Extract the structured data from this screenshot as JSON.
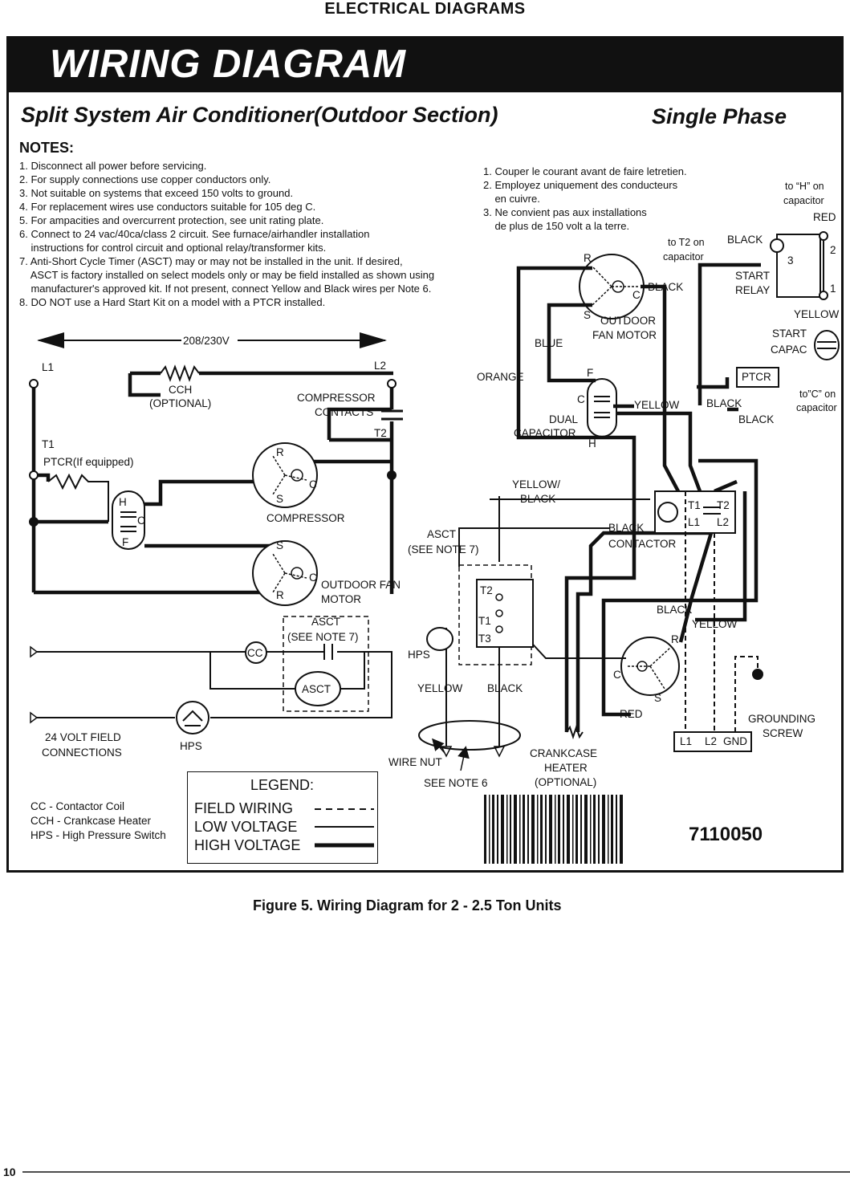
{
  "page": {
    "section_header": "ELECTRICAL DIAGRAMS",
    "page_number": "10"
  },
  "banner": {
    "title": "WIRING DIAGRAM"
  },
  "header": {
    "subtitle": "Split System Air Conditioner(Outdoor Section)",
    "phase": "Single Phase"
  },
  "notes": {
    "heading": "NOTES:",
    "english": [
      "1. Disconnect all power before servicing.",
      "2. For supply connections use copper conductors only.",
      "3. Not suitable on systems that exceed 150 volts to ground.",
      "4. For replacement wires use conductors suitable for 105 deg C.",
      "5. For ampacities and overcurrent protection, see unit rating plate.",
      "6. Connect to 24 vac/40ca/class 2 circuit. See furnace/airhandler installation",
      "    instructions for control circuit and optional relay/transformer kits.",
      "7. Anti-Short Cycle Timer (ASCT) may or may not be installed in the unit. If desired,",
      "    ASCT is factory installed on select models only or may be field installed as shown using",
      "    manufacturer's approved kit. If not present, connect Yellow and Black wires per Note 6.",
      "8. DO NOT use a Hard Start Kit on a model with a PTCR installed."
    ],
    "french": [
      "1. Couper le courant avant de faire letretien.",
      "2. Employez uniquement des conducteurs",
      "    en cuivre.",
      "3. Ne convient pas aux installations",
      "    de plus de 150 volt a la terre."
    ]
  },
  "left_circuit": {
    "voltage": "208/230V",
    "l1": "L1",
    "l2": "L2",
    "t1": "T1",
    "t2": "T2",
    "cch": "CCH",
    "cch_optional": "(OPTIONAL)",
    "compressor_contacts_1": "COMPRESSOR",
    "compressor_contacts_2": "CONTACTS",
    "ptcr": "PTCR(If equipped)",
    "cap_h": "H",
    "cap_c": "C",
    "cap_f": "F",
    "comp_r": "R",
    "comp_c": "C",
    "comp_s": "S",
    "compressor": "COMPRESSOR",
    "fan_s": "S",
    "fan_c": "C",
    "fan_r": "R",
    "fan_motor_1": "OUTDOOR FAN",
    "fan_motor_2": "MOTOR",
    "asct_1": "ASCT",
    "asct_2": "(SEE NOTE 7)",
    "cc": "CC",
    "asct": "ASCT",
    "hps": "HPS",
    "field_1": "24 VOLT FIELD",
    "field_2": "CONNECTIONS"
  },
  "right_circuit": {
    "fan_r": "R",
    "fan_c": "C",
    "fan_s": "S",
    "fan_black": "BLACK",
    "fan_motor_1": "OUTDOOR",
    "fan_motor_2": "FAN MOTOR",
    "blue": "BLUE",
    "orange": "ORANGE",
    "cap_f": "F",
    "cap_c": "C",
    "cap_h": "H",
    "dual_1": "DUAL",
    "dual_2": "CAPACITOR",
    "yellow_cap": "YELLOW",
    "black_ptcr": "BLACK",
    "black_2": "BLACK",
    "to_h_1": "to “H” on",
    "to_h_2": "capacitor",
    "red_relay": "RED",
    "to_t2_1": "to T2 on",
    "to_t2_2": "capacitor",
    "black_relay": "BLACK",
    "start_relay_1": "START",
    "start_relay_2": "RELAY",
    "relay_2": "2",
    "relay_3": "3",
    "relay_1": "1",
    "yellow_relay": "YELLOW",
    "start_capac_1": "START",
    "start_capac_2": "CAPAC",
    "ptcr": "PTCR",
    "to_c_1": "to”C” on",
    "to_c_2": "capacitor",
    "yellow_black_1": "YELLOW/",
    "yellow_black_2": "BLACK",
    "ct1": "T1",
    "ct2": "T2",
    "cl1": "L1",
    "cl2": "L2",
    "black_contactor": "BLACK",
    "contactor": "CONTACTOR",
    "asct_1": "ASCT",
    "asct_2": "(SEE NOTE 7)",
    "asct_t2": "T2",
    "asct_t1": "T1",
    "asct_t3": "T3",
    "hps": "HPS",
    "yellow_wire": "YELLOW",
    "black_wire": "BLACK",
    "black_comp": "BLACK",
    "yellow_comp": "YELLOW",
    "comp_r": "R",
    "comp_c": "C",
    "comp_s": "S",
    "red_comp": "RED",
    "term_l1": "L1",
    "term_l2": "L2",
    "term_gnd": "GND",
    "grounding_1": "GROUNDING",
    "grounding_2": "SCREW",
    "crankcase_1": "CRANKCASE",
    "crankcase_2": "HEATER",
    "crankcase_3": "(OPTIONAL)",
    "wire_nut": "WIRE NUT",
    "see_note6": "SEE NOTE 6"
  },
  "abbreviations": [
    "CC - Contactor Coil",
    "CCH - Crankcase Heater",
    "HPS - High Pressure Switch"
  ],
  "legend": {
    "title": "LEGEND:",
    "field": "FIELD WIRING",
    "low": "LOW  VOLTAGE",
    "high": "HIGH VOLTAGE"
  },
  "part_number": "7110050",
  "caption": "Figure 5. Wiring Diagram for 2 - 2.5 Ton Units"
}
